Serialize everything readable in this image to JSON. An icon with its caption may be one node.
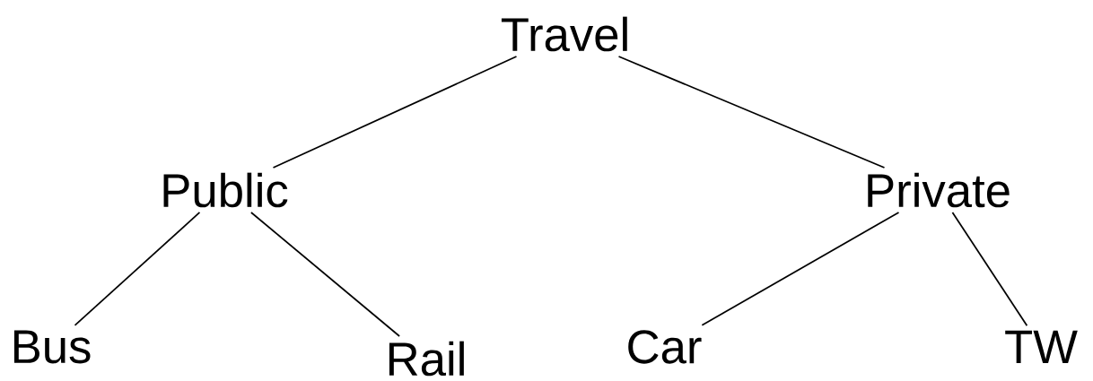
{
  "diagram": {
    "nodes": [
      {
        "text": [
          "Travel"
        ]
      },
      {
        "text": [
          "Public"
        ]
      },
      {
        "text": [
          "Private"
        ]
      },
      {
        "text": [
          "Bus"
        ]
      },
      {
        "text": [
          "Rail"
        ]
      },
      {
        "text": [
          "Car"
        ]
      },
      {
        "text": [
          "TW"
        ]
      }
    ],
    "edges": [
      {
        "from": 0,
        "to": 1,
        "arrow": "none"
      },
      {
        "from": 0,
        "to": 2,
        "arrow": "none"
      },
      {
        "from": 1,
        "to": 3,
        "arrow": "none"
      },
      {
        "from": 1,
        "to": 4,
        "arrow": "none"
      },
      {
        "from": 2,
        "to": 5,
        "arrow": "none"
      },
      {
        "from": 2,
        "to": 6,
        "arrow": "none"
      }
    ]
  }
}
